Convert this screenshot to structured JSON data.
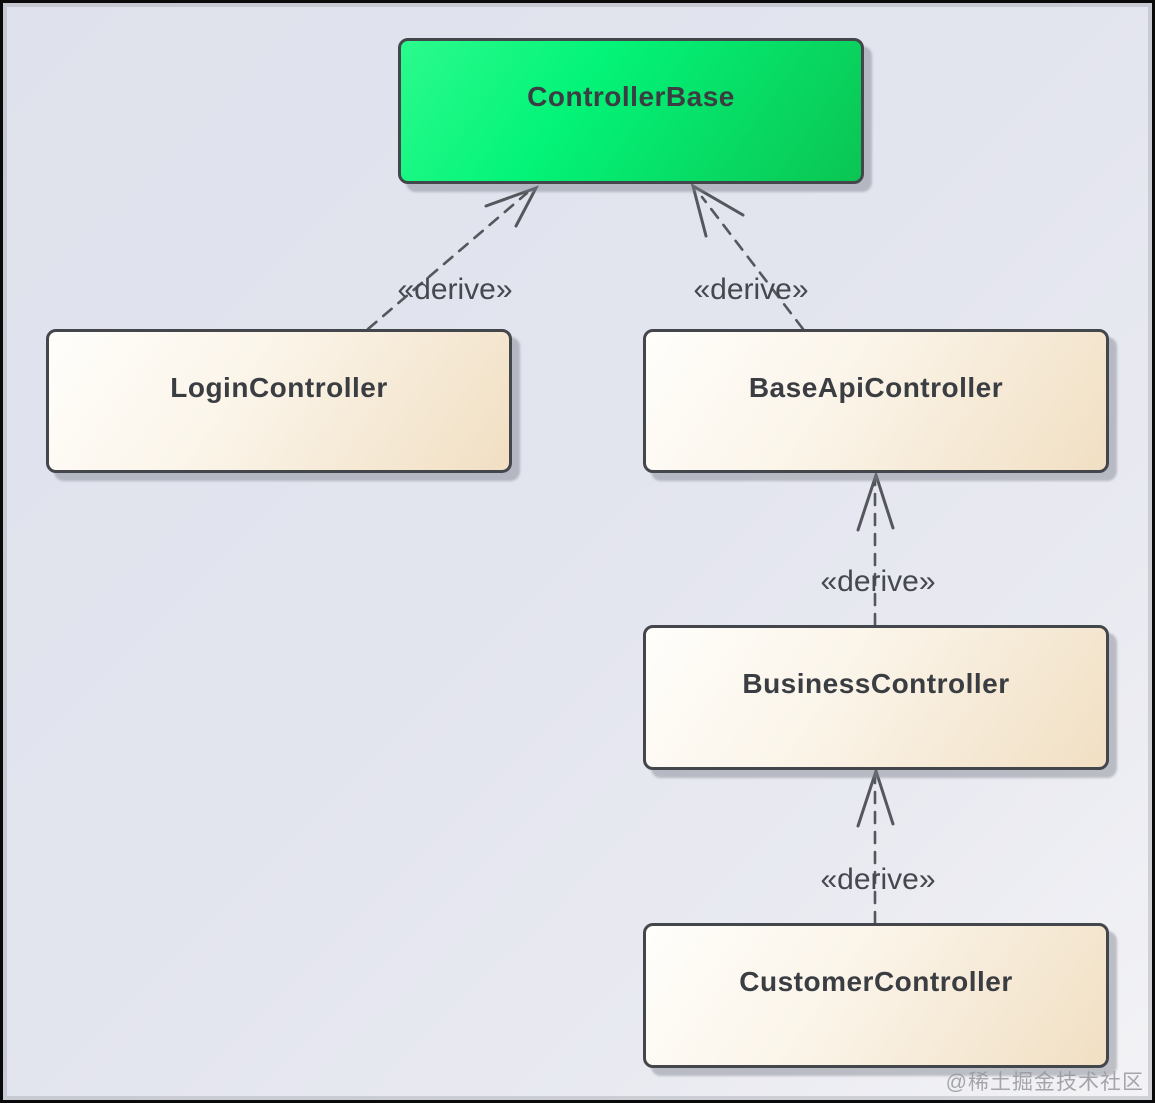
{
  "diagram": {
    "kind": "uml-class-inheritance-diagram",
    "watermark": "@稀土掘金技术社区",
    "colors": {
      "base_node_green": "#03f478",
      "derived_node_beige": "#f5e3c9",
      "node_border": "#43464b",
      "edge_line": "#54575c",
      "background": "#e1e4ee",
      "title_text": "#3a3d42"
    }
  },
  "nodes": [
    {
      "id": "controller-base",
      "label": "ControllerBase"
    },
    {
      "id": "login-controller",
      "label": "LoginController"
    },
    {
      "id": "base-api-controller",
      "label": "BaseApiController"
    },
    {
      "id": "business-controller",
      "label": "BusinessController"
    },
    {
      "id": "customer-controller",
      "label": "CustomerController"
    }
  ],
  "edges": [
    {
      "from": "LoginController",
      "to": "ControllerBase",
      "label": "«derive»",
      "style": "dashed-open-arrow"
    },
    {
      "from": "BaseApiController",
      "to": "ControllerBase",
      "label": "«derive»",
      "style": "dashed-open-arrow"
    },
    {
      "from": "BusinessController",
      "to": "BaseApiController",
      "label": "«derive»",
      "style": "dashed-open-arrow"
    },
    {
      "from": "CustomerController",
      "to": "BusinessController",
      "label": "«derive»",
      "style": "dashed-open-arrow"
    }
  ]
}
